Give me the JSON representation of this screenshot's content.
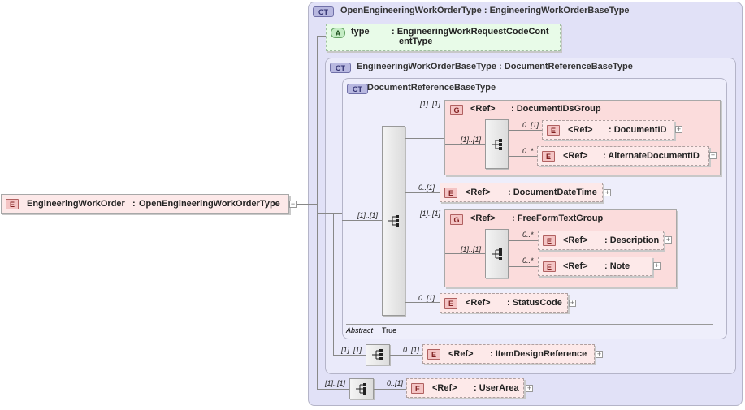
{
  "root": {
    "badge": "E",
    "name": "EngineeringWorkOrder",
    "type": "OpenEngineeringWorkOrderType"
  },
  "outer_ct": {
    "badge": "CT",
    "title": "OpenEngineeringWorkOrderType : EngineeringWorkOrderBaseType"
  },
  "attribute": {
    "badge": "A",
    "name": "type",
    "type_line1": ": EngineeringWorkRequestCodeCont",
    "type_line2": "entType"
  },
  "base_ct": {
    "badge": "CT",
    "title": "EngineeringWorkOrderBaseType : DocumentReferenceBaseType"
  },
  "doc_ct": {
    "badge": "CT",
    "title": "DocumentReferenceBaseType",
    "abstract_label": "Abstract",
    "abstract_value": "True"
  },
  "doc_ids_group": {
    "badge": "G",
    "ref": "<Ref>",
    "name": ": DocumentIDsGroup",
    "card": "[1]..[1]",
    "inner_card": "[1]..[1]",
    "document_id": {
      "badge": "E",
      "ref": "<Ref>",
      "name": ": DocumentID",
      "card": "0..[1]"
    },
    "alternate_id": {
      "badge": "E",
      "ref": "<Ref>",
      "name": ": AlternateDocumentID",
      "card": "0..*"
    }
  },
  "doc_datetime": {
    "badge": "E",
    "ref": "<Ref>",
    "name": ": DocumentDateTime",
    "card": "0..[1]"
  },
  "freeform_group": {
    "badge": "G",
    "ref": "<Ref>",
    "name": ": FreeFormTextGroup",
    "card": "[1]..[1]",
    "inner_card": "[1]..[1]",
    "description": {
      "badge": "E",
      "ref": "<Ref>",
      "name": ": Description",
      "card": "0..*"
    },
    "note": {
      "badge": "E",
      "ref": "<Ref>",
      "name": ": Note",
      "card": "0..*"
    }
  },
  "status_code": {
    "badge": "E",
    "ref": "<Ref>",
    "name": ": StatusCode",
    "card": "0..[1]"
  },
  "main_seq_card": "[1]..[1]",
  "item_design": {
    "badge": "E",
    "ref": "<Ref>",
    "name": ": ItemDesignReference",
    "card": "0..[1]",
    "seq_card": "[1]..[1]"
  },
  "user_area": {
    "badge": "E",
    "ref": "<Ref>",
    "name": ": UserArea",
    "card": "0..[1]",
    "seq_card": "[1]..[1]"
  },
  "expand_symbol": "+",
  "collapse_symbol": "−"
}
